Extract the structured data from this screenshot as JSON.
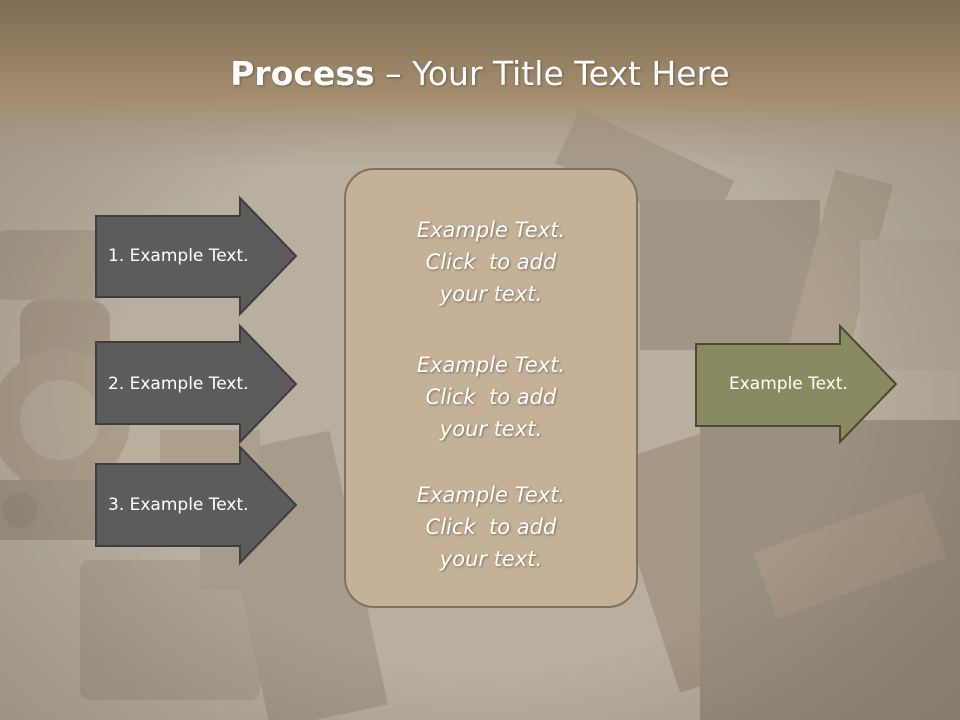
{
  "title": {
    "bold": "Process",
    "rest": " – Your Title Text Here"
  },
  "left_arrows": [
    {
      "label": "1. Example Text."
    },
    {
      "label": "2. Example Text."
    },
    {
      "label": "3. Example Text."
    }
  ],
  "center_box": {
    "blocks": [
      {
        "lines": [
          "Example Text.",
          "Click  to add",
          "your text."
        ]
      },
      {
        "lines": [
          "Example Text.",
          "Click  to add",
          "your text."
        ]
      },
      {
        "lines": [
          "Example Text.",
          "Click  to add",
          "your text."
        ]
      }
    ]
  },
  "right_arrow": {
    "label": "Example Text."
  },
  "colors": {
    "banner": "#a08a6c",
    "left_arrow_fill": "#5c5c5c",
    "center_box_fill": "#c4b197",
    "right_arrow_fill": "#8a8a60"
  }
}
